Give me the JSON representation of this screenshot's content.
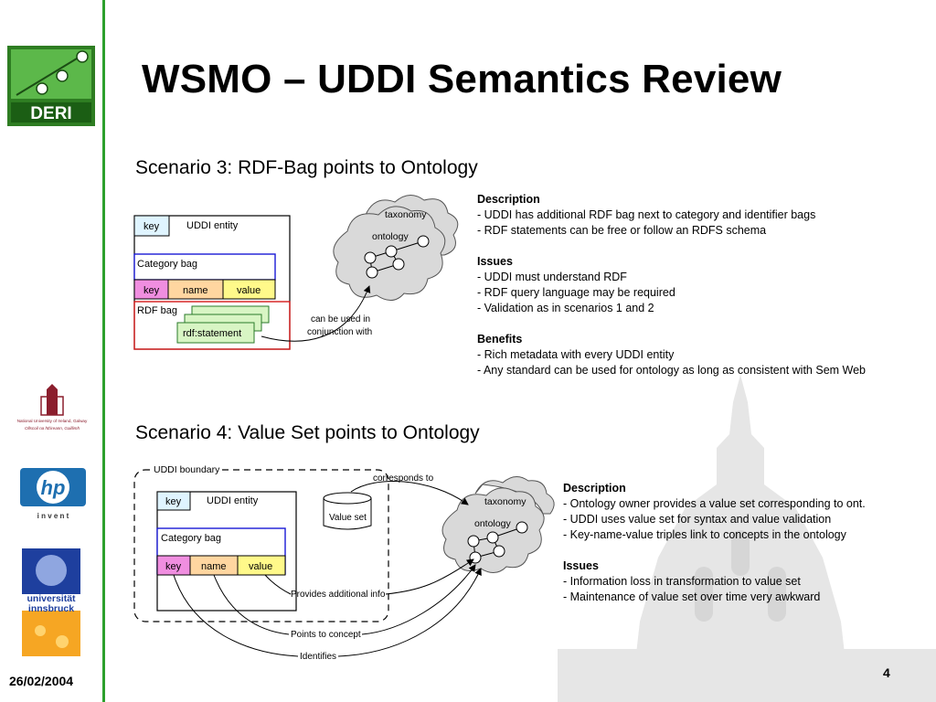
{
  "slide": {
    "title": "WSMO – UDDI Semantics Review",
    "date": "26/02/2004",
    "page_number": "4"
  },
  "logos": {
    "deri": "DERI",
    "galway_line1": "National University of Ireland, Galway",
    "galway_line2": "Ollscoil na hÉireann, Gaillimh",
    "hp": "hp",
    "hp_tagline": "i n v e n t",
    "innsbruck_line1": "universität",
    "innsbruck_line2": "innsbruck"
  },
  "scenario3": {
    "heading": "Scenario 3: RDF-Bag points to Ontology",
    "diagram": {
      "key": "key",
      "uddi_entity": "UDDI entity",
      "category_bag": "Category bag",
      "key2": "key",
      "name": "name",
      "value": "value",
      "rdf_bag": "RDF bag",
      "rdf_statement": "rdf:statement",
      "taxonomy": "taxonomy",
      "ontology": "ontology",
      "note_line1": "can be used in",
      "note_line2": "conjunction with"
    },
    "description_heading": "Description",
    "description": [
      "- UDDI has additional RDF bag next to category and identifier bags",
      "- RDF statements can be free or follow an RDFS schema"
    ],
    "issues_heading": "Issues",
    "issues": [
      "- UDDI must understand RDF",
      "- RDF query language may be required",
      "- Validation as in scenarios 1 and 2"
    ],
    "benefits_heading": "Benefits",
    "benefits": [
      "- Rich metadata with every UDDI entity",
      "- Any standard can be used for ontology as long as consistent with Sem Web"
    ]
  },
  "scenario4": {
    "heading": "Scenario 4: Value Set points to Ontology",
    "diagram": {
      "boundary": "UDDI boundary",
      "key": "key",
      "uddi_entity": "UDDI entity",
      "category_bag": "Category bag",
      "key2": "key",
      "name": "name",
      "value": "value",
      "value_set": "Value set",
      "corresponds_to": "corresponds to",
      "taxonomy": "taxonomy",
      "ontology": "ontology",
      "provides_info": "Provides additional info",
      "points_to_concept": "Points to concept",
      "identifies": "Identifies"
    },
    "description_heading": "Description",
    "description": [
      "- Ontology owner provides a value set corresponding to ont.",
      "- UDDI uses value set for syntax and value validation",
      "- Key-name-value triples link to concepts in the ontology"
    ],
    "issues_heading": "Issues",
    "issues": [
      "- Information loss in transformation to value set",
      "- Maintenance of value set over time very awkward"
    ]
  }
}
